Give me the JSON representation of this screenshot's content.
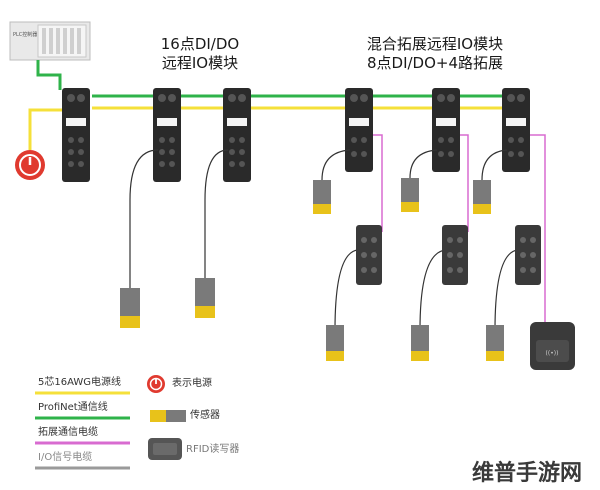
{
  "titles": {
    "left_line1": "16点DI/DO",
    "left_line2": "远程IO模块",
    "right_line1": "混合拓展远程IO模块",
    "right_line2": "8点DI/DO+4路拓展"
  },
  "plc": {
    "label": "PLC控制器"
  },
  "legend": {
    "power_cable": "5芯16AWG电源线",
    "profinet_cable": "ProfiNet通信线",
    "extension_cable": "拓展通信电缆",
    "io_cable": "I/O信号电缆",
    "power_symbol": "表示电源",
    "sensor": "传感器",
    "rfid": "RFID读写器"
  },
  "watermark": "维普手游网",
  "colors": {
    "power_line": "#f5e03a",
    "profinet_line": "#2fb34a",
    "extension_line": "#d86bd0",
    "io_line": "#9a9a9a",
    "power_symbol": "#e03a2f",
    "sensor_body": "#7a7a7a",
    "sensor_ring": "#e8c21a"
  }
}
